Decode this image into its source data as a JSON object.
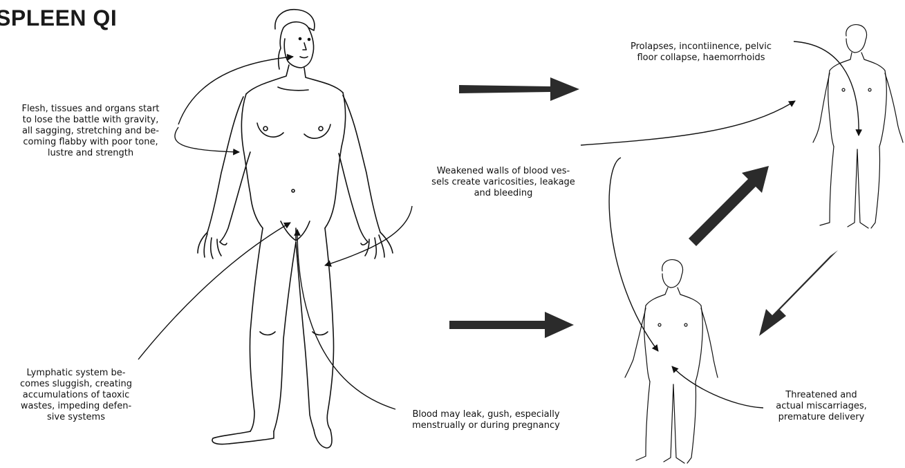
{
  "diagram": {
    "title": "SPLEEN QI",
    "labels": {
      "flesh": "Flesh, tissues and organs start\nto lose the battle with gravity,\nall sagging, stretching and be-\ncoming flabby with poor tone,\nlustre and strength",
      "lymphatic": "Lymphatic system be-\ncomes sluggish, creating\naccumulations of taoxic\nwastes, impeding defen-\nsive systems",
      "vessels": "Weakened walls of blood ves-\nsels create varicosities, leakage\nand bleeding",
      "blood_leak": "Blood may leak, gush, especially\nmenstrually or during pregnancy",
      "prolapse": "Prolapses, incontiinence, pelvic\nfloor collapse, haemorrhoids",
      "miscarriage": "Threatened and\nactual miscarriages,\npremature delivery"
    }
  }
}
